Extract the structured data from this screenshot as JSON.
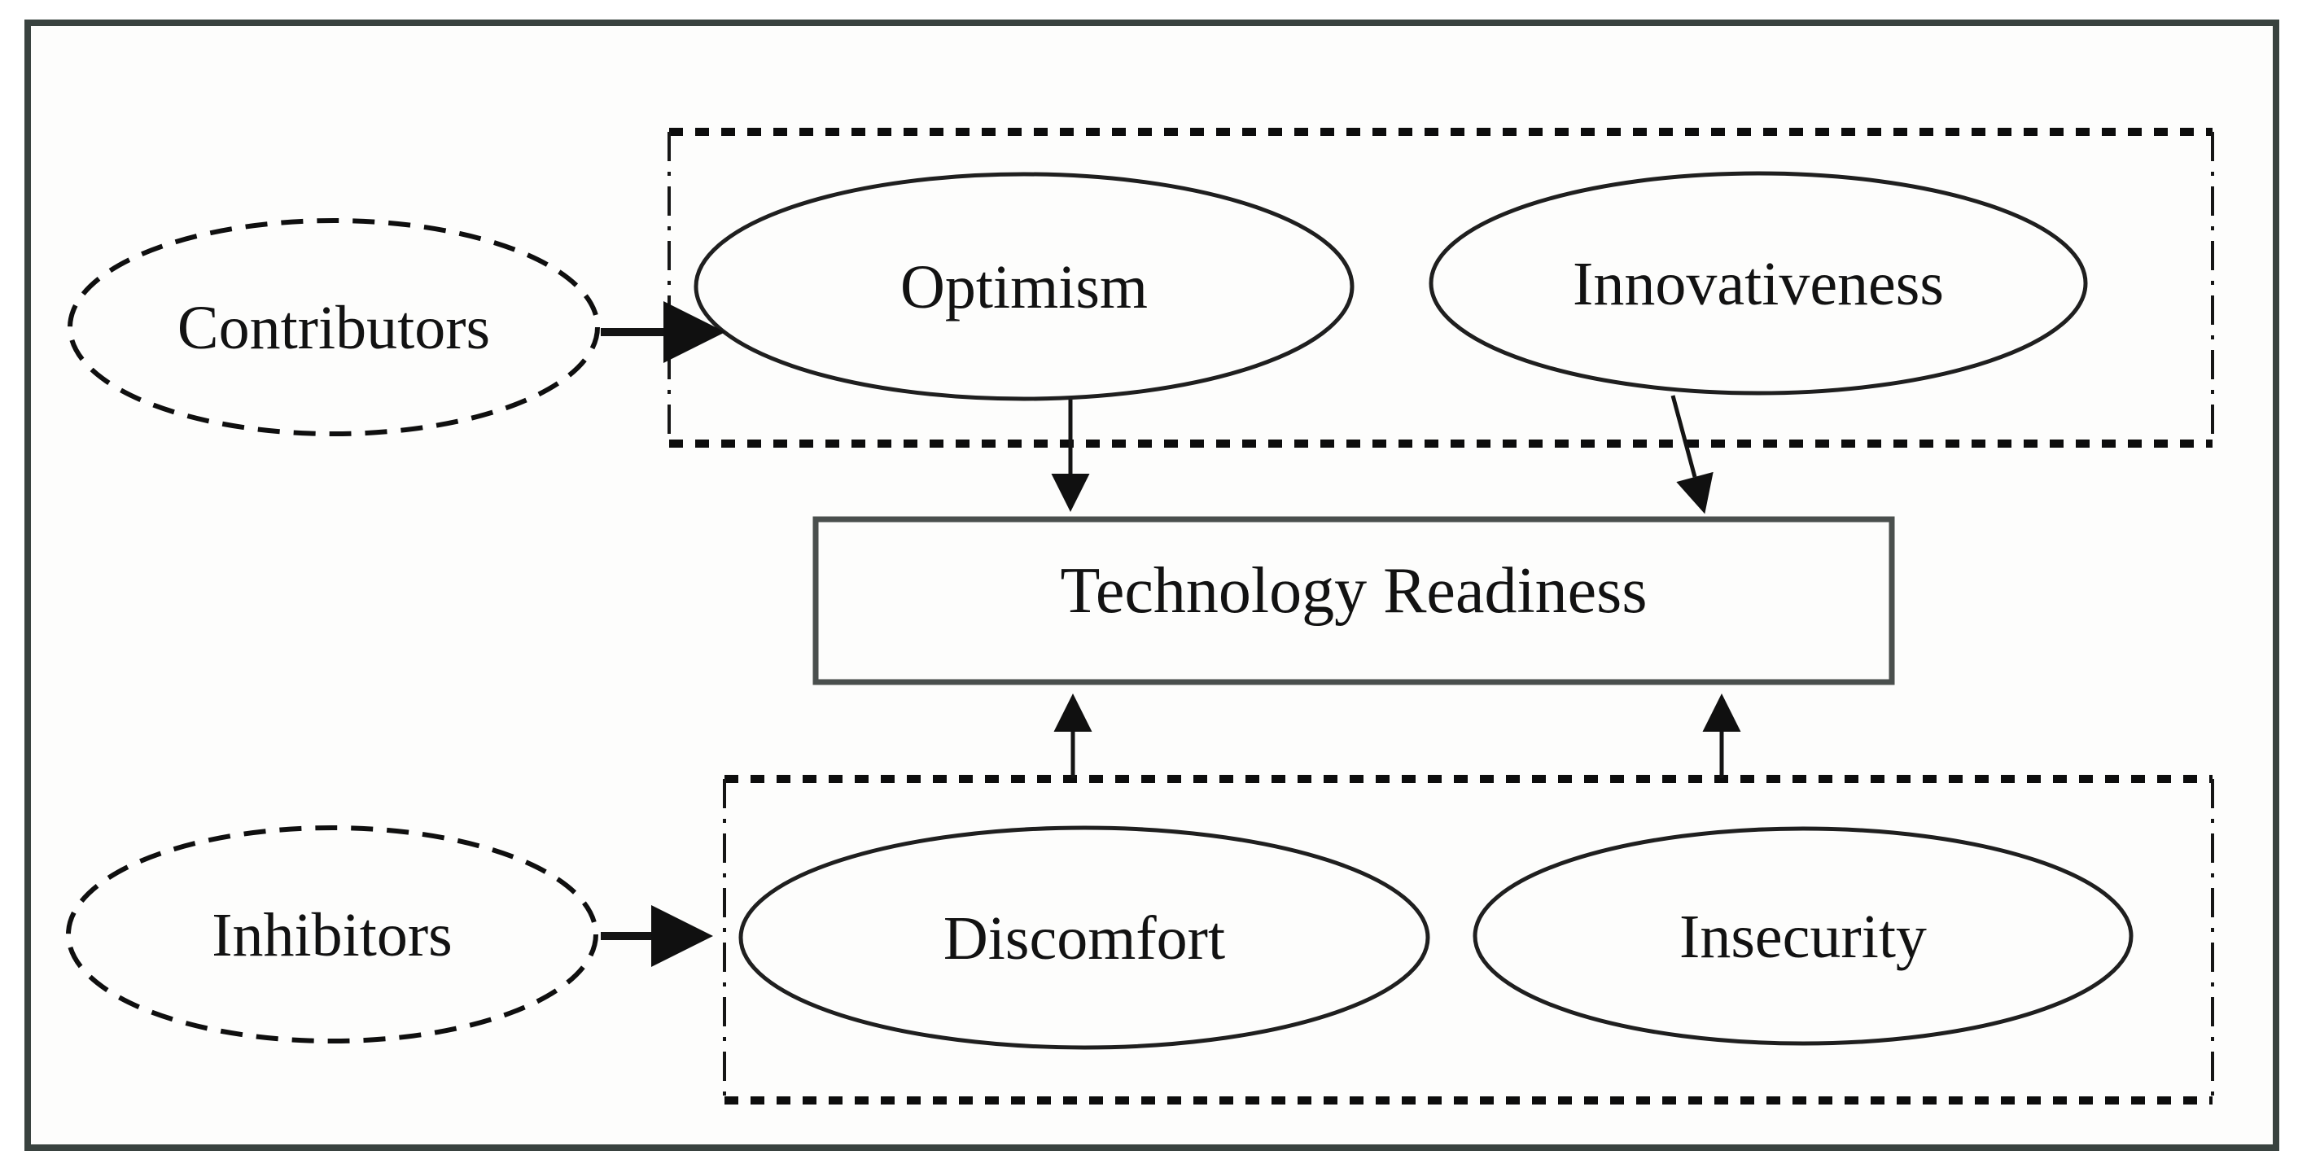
{
  "diagram": {
    "nodes": {
      "contributors": {
        "label": "Contributors"
      },
      "inhibitors": {
        "label": "Inhibitors"
      },
      "optimism": {
        "label": "Optimism"
      },
      "innovativeness": {
        "label": "Innovativeness"
      },
      "discomfort": {
        "label": "Discomfort"
      },
      "insecurity": {
        "label": "Insecurity"
      },
      "technology_readiness": {
        "label": "Technology Readiness"
      }
    },
    "colors": {
      "frame_border": "#39423f",
      "line": "#141414",
      "technology_readiness_border": "#4a4f4d",
      "fill": "#fdfdfc",
      "text": "#121212"
    }
  }
}
